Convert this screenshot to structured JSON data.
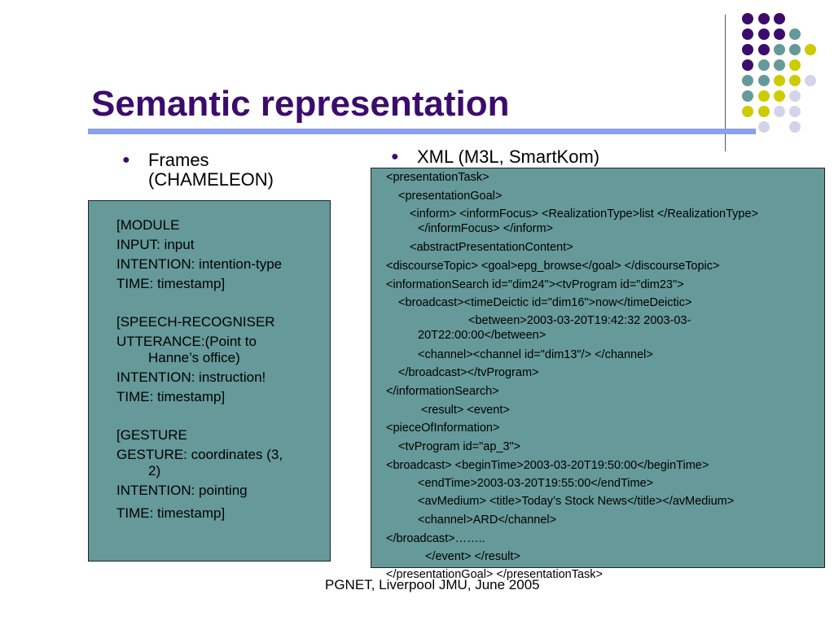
{
  "slide": {
    "title": "Semantic representation",
    "footer": "PGNET, Liverpool JMU, June 2005"
  },
  "colors": {
    "title": "#3c0c6c",
    "title_rule": "#8aa0e8",
    "box_fill": "#669999",
    "dot_purple": "#3c0c6c",
    "dot_teal": "#669999",
    "dot_lime": "#cccc00",
    "dot_lavender": "#d4d4e8"
  },
  "left": {
    "bullet_line1": "Frames",
    "bullet_line2": "(CHAMELEON)",
    "box_lines": [
      "[MODULE",
      "INPUT: input",
      "INTENTION: intention-type",
      "TIME: timestamp]",
      "[SPEECH-RECOGNISER",
      "UTTERANCE:(Point to",
      "Hanne’s office)",
      "INTENTION: instruction!",
      "TIME: timestamp]",
      "[GESTURE",
      "GESTURE: coordinates (3,",
      "2)",
      "INTENTION: pointing",
      "TIME: timestamp]"
    ]
  },
  "right": {
    "bullet": "XML (M3L, SmartKom)",
    "xml_lines": [
      "<presentationTask>",
      "<presentationGoal>",
      "<inform> <informFocus> <RealizationType>list </RealizationType>",
      "</informFocus> </inform>",
      "<abstractPresentationContent>",
      "<discourseTopic> <goal>epg_browse</goal> </discourseTopic>",
      "<informationSearch id=\"dim24\"><tvProgram id=\"dim23\">",
      "<broadcast><timeDeictic id=\"dim16\">now</timeDeictic>",
      "<between>2003-03-20T19:42:32 2003-03-",
      "20T22:00:00</between>",
      "<channel><channel id=\"dim13\"/> </channel>",
      "</broadcast></tvProgram>",
      "</informationSearch>",
      "<result> <event>",
      "<pieceOfInformation>",
      "<tvProgram id=\"ap_3\">",
      "<broadcast> <beginTime>2003-03-20T19:50:00</beginTime>",
      "<endTime>2003-03-20T19:55:00</endTime>",
      "<avMedium> <title>Today’s Stock News</title></avMedium>",
      "<channel>ARD</channel>",
      "</broadcast>……..",
      "</event>   </result>",
      "</presentationGoal> </presentationTask>"
    ]
  }
}
